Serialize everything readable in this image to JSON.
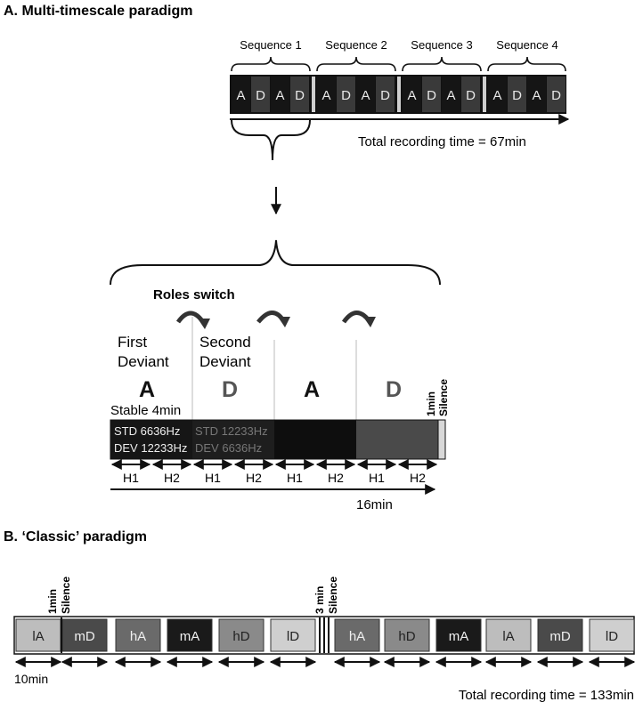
{
  "section_a": {
    "title": "A. Multi-timescale paradigm",
    "sequences": [
      "Sequence 1",
      "Sequence 2",
      "Sequence 3",
      "Sequence 4"
    ],
    "cells": [
      "A",
      "D",
      "A",
      "D"
    ],
    "total_time": "Total recording time = 67min",
    "roles_switch": "Roles switch",
    "first_deviant": [
      "First",
      "Deviant"
    ],
    "second_deviant": [
      "Second",
      "Deviant"
    ],
    "blocks": [
      "A",
      "D",
      "A",
      "D"
    ],
    "stable": "Stable 4min",
    "std1": "STD 6636Hz",
    "dev1": "DEV 12233Hz",
    "std2": "STD 12233Hz",
    "dev2": "DEV 6636Hz",
    "silence": [
      "1min",
      "Silence"
    ],
    "halves": [
      "H1",
      "H2",
      "H1",
      "H2",
      "H1",
      "H2",
      "H1",
      "H2"
    ],
    "duration": "16min"
  },
  "section_b": {
    "title": "B. ‘Classic’ paradigm",
    "silence1": [
      "1min",
      "Silence"
    ],
    "silence2": [
      "3 min",
      "Silence"
    ],
    "blocks": [
      "lA",
      "mD",
      "hA",
      "mA",
      "hD",
      "lD",
      "hA",
      "hD",
      "mA",
      "lA",
      "mD",
      "lD"
    ],
    "block_colors": [
      "#bdbdbd",
      "#4a4a4a",
      "#6a6a6a",
      "#1a1a1a",
      "#8a8a8a",
      "#cfcfcf",
      "#6a6a6a",
      "#8a8a8a",
      "#1a1a1a",
      "#bdbdbd",
      "#4a4a4a",
      "#cfcfcf"
    ],
    "duration": "10min",
    "total_time": "Total recording time = 133min"
  }
}
